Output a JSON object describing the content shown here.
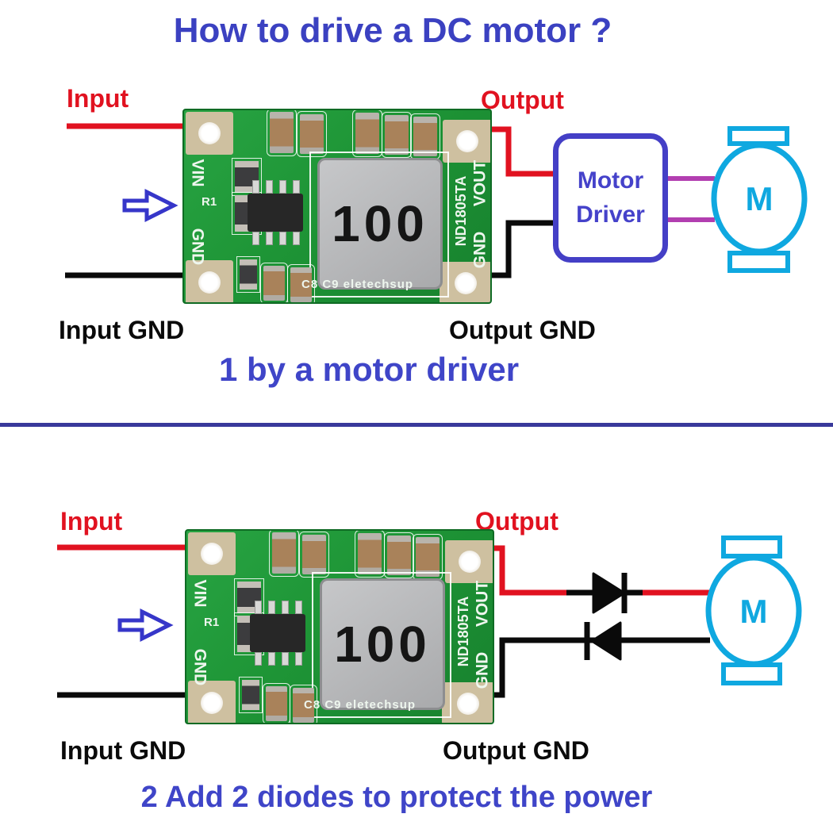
{
  "title": "How to drive a DC motor ?",
  "sections": {
    "one": {
      "input_label": "Input",
      "output_label": "Output",
      "input_gnd_label": "Input GND",
      "output_gnd_label": "Output GND",
      "driver_line1": "Motor",
      "driver_line2": "Driver",
      "motor_label": "M",
      "caption": "1 by a motor driver"
    },
    "two": {
      "input_label": "Input",
      "output_label": "Output",
      "input_gnd_label": "Input GND",
      "output_gnd_label": "Output GND",
      "motor_label": "M",
      "caption": "2 Add 2 diodes to protect the power"
    }
  },
  "module": {
    "silk_vin": "VIN",
    "silk_gnd_left": "GND",
    "silk_r1": "R1",
    "silk_part": "ND1805TA",
    "silk_vout": "VOUT",
    "silk_gnd_right": "GND",
    "inductor_value": "100",
    "silk_bottom": "C8 C9  eletechsup"
  },
  "colors": {
    "title_blue": "#3b41c1",
    "caption_blue": "#3f45c8",
    "wire_red": "#e11220",
    "wire_black": "#0a0a0a",
    "wire_purple": "#b23eb0",
    "motor_cyan": "#0fa8e0",
    "driver_box_blue": "#443fc6",
    "arrow_blue": "#3636c9",
    "divider_blue": "#39399b",
    "pcb_green": "#1e9536"
  }
}
